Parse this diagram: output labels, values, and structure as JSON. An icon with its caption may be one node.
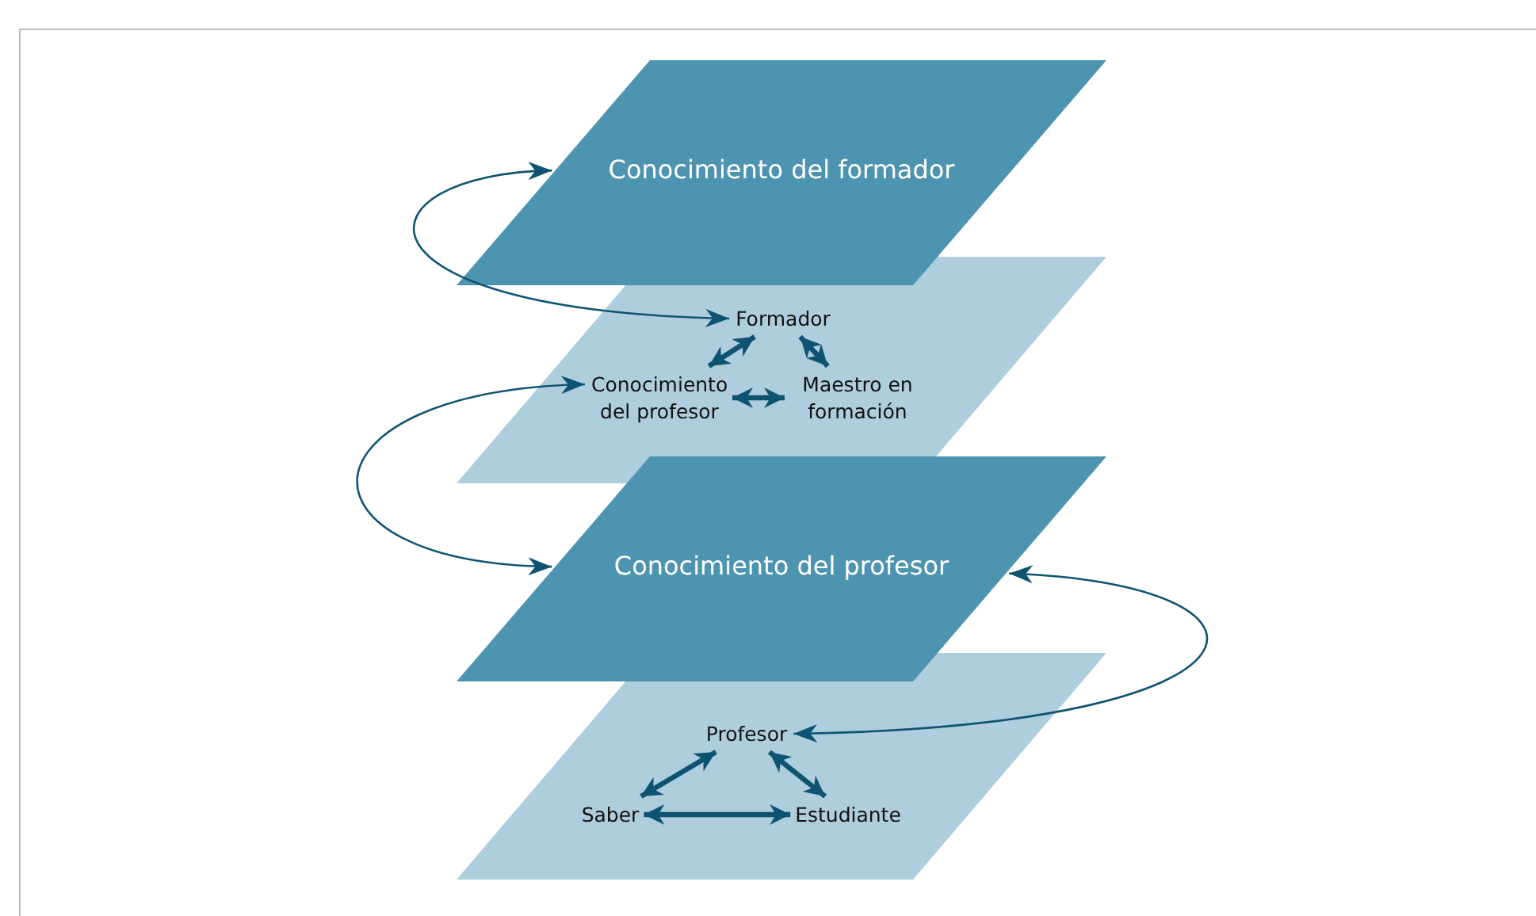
{
  "diagram": {
    "nodes": [
      {
        "text": [
          "Conocimiento del formador"
        ]
      },
      {
        "text": [],
        "shape": "parallelogram"
      },
      {
        "text": [
          "Formador"
        ],
        "in": 1
      },
      {
        "text": [
          "Conocimiento del profesor"
        ],
        "in": 1
      },
      {
        "text": [
          "Maestro en formación"
        ],
        "in": 1
      },
      {
        "text": [
          "Conocimiento del profesor"
        ]
      },
      {
        "text": [],
        "shape": "parallelogram"
      },
      {
        "text": [
          "Profesor"
        ],
        "in": 6
      },
      {
        "text": [
          "Saber"
        ],
        "in": 6
      },
      {
        "text": [
          "Estudiante"
        ],
        "in": 6
      }
    ],
    "edges": [
      {
        "from": 2,
        "to": 0,
        "arrow": "both"
      },
      {
        "from": 2,
        "to": 3,
        "arrow": "both"
      },
      {
        "from": 2,
        "to": 4,
        "arrow": "both"
      },
      {
        "from": 3,
        "to": 4,
        "arrow": "both"
      },
      {
        "from": 3,
        "to": 5,
        "arrow": "both"
      },
      {
        "from": 5,
        "to": 7,
        "arrow": "both"
      },
      {
        "from": 7,
        "to": 8,
        "arrow": "both"
      },
      {
        "from": 7,
        "to": 9,
        "arrow": "both"
      },
      {
        "from": 8,
        "to": 9,
        "arrow": "both"
      }
    ]
  }
}
